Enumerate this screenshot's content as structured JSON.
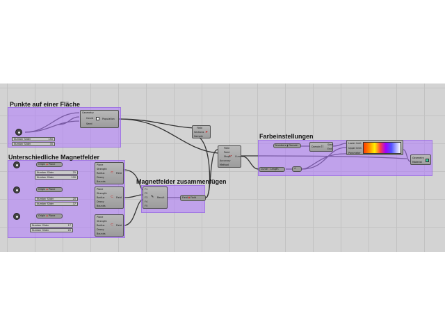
{
  "groups": [
    {
      "title": "Punkte auf einer Fläche"
    },
    {
      "title": "Unterschiedliche Magnetfelder"
    },
    {
      "title": "Magnetfelder zusammenfügen"
    },
    {
      "title": "Farbeinstellungen"
    }
  ],
  "pop": {
    "ports": [
      "Geometry",
      "Count",
      "Seed"
    ],
    "output": "Population"
  },
  "sliders1": [
    {
      "label": "Number Slider",
      "value": "150"
    },
    {
      "label": "Number Slider",
      "value": "35"
    }
  ],
  "charge": {
    "ports": [
      "Plane",
      "Strength",
      "Radius",
      "Decay",
      "Bounds"
    ],
    "output": "Field"
  },
  "charge_sliders": [
    {
      "label": "Number Slider",
      "value": "25"
    },
    {
      "label": "Number Slider",
      "value": "100"
    },
    {
      "label": "Number Slider",
      "value": "20"
    },
    {
      "label": "Number Slider",
      "value": "37"
    },
    {
      "label": "Number Slider",
      "value": "17"
    },
    {
      "label": "Number Slider",
      "value": "20"
    }
  ],
  "origin": {
    "label": "Origin",
    "output": "Plane"
  },
  "merge": {
    "ports": [
      "F1",
      "F2",
      "F3",
      "F4",
      "F5"
    ],
    "output": "Result"
  },
  "tensor": {
    "input": "Field",
    "output": "Field"
  },
  "display_small": {
    "ports": [
      "Field",
      "Sections",
      "Sample"
    ]
  },
  "direction": {
    "ports": [
      "Field",
      "Point",
      "Steps",
      "Accuracy",
      "Method"
    ],
    "output": "Curves"
  },
  "curve_length": {
    "input": "Curve",
    "output": "Length"
  },
  "bounds": {
    "input": "Numbers",
    "output": "Domain"
  },
  "remap": {
    "ports": [
      "Domain",
      "Start",
      "End"
    ]
  },
  "gradient": {
    "ports": [
      "Lower limit",
      "Upper limit",
      "Parameter"
    ]
  },
  "preview": {
    "ports": [
      "Geometry",
      "Material"
    ]
  }
}
